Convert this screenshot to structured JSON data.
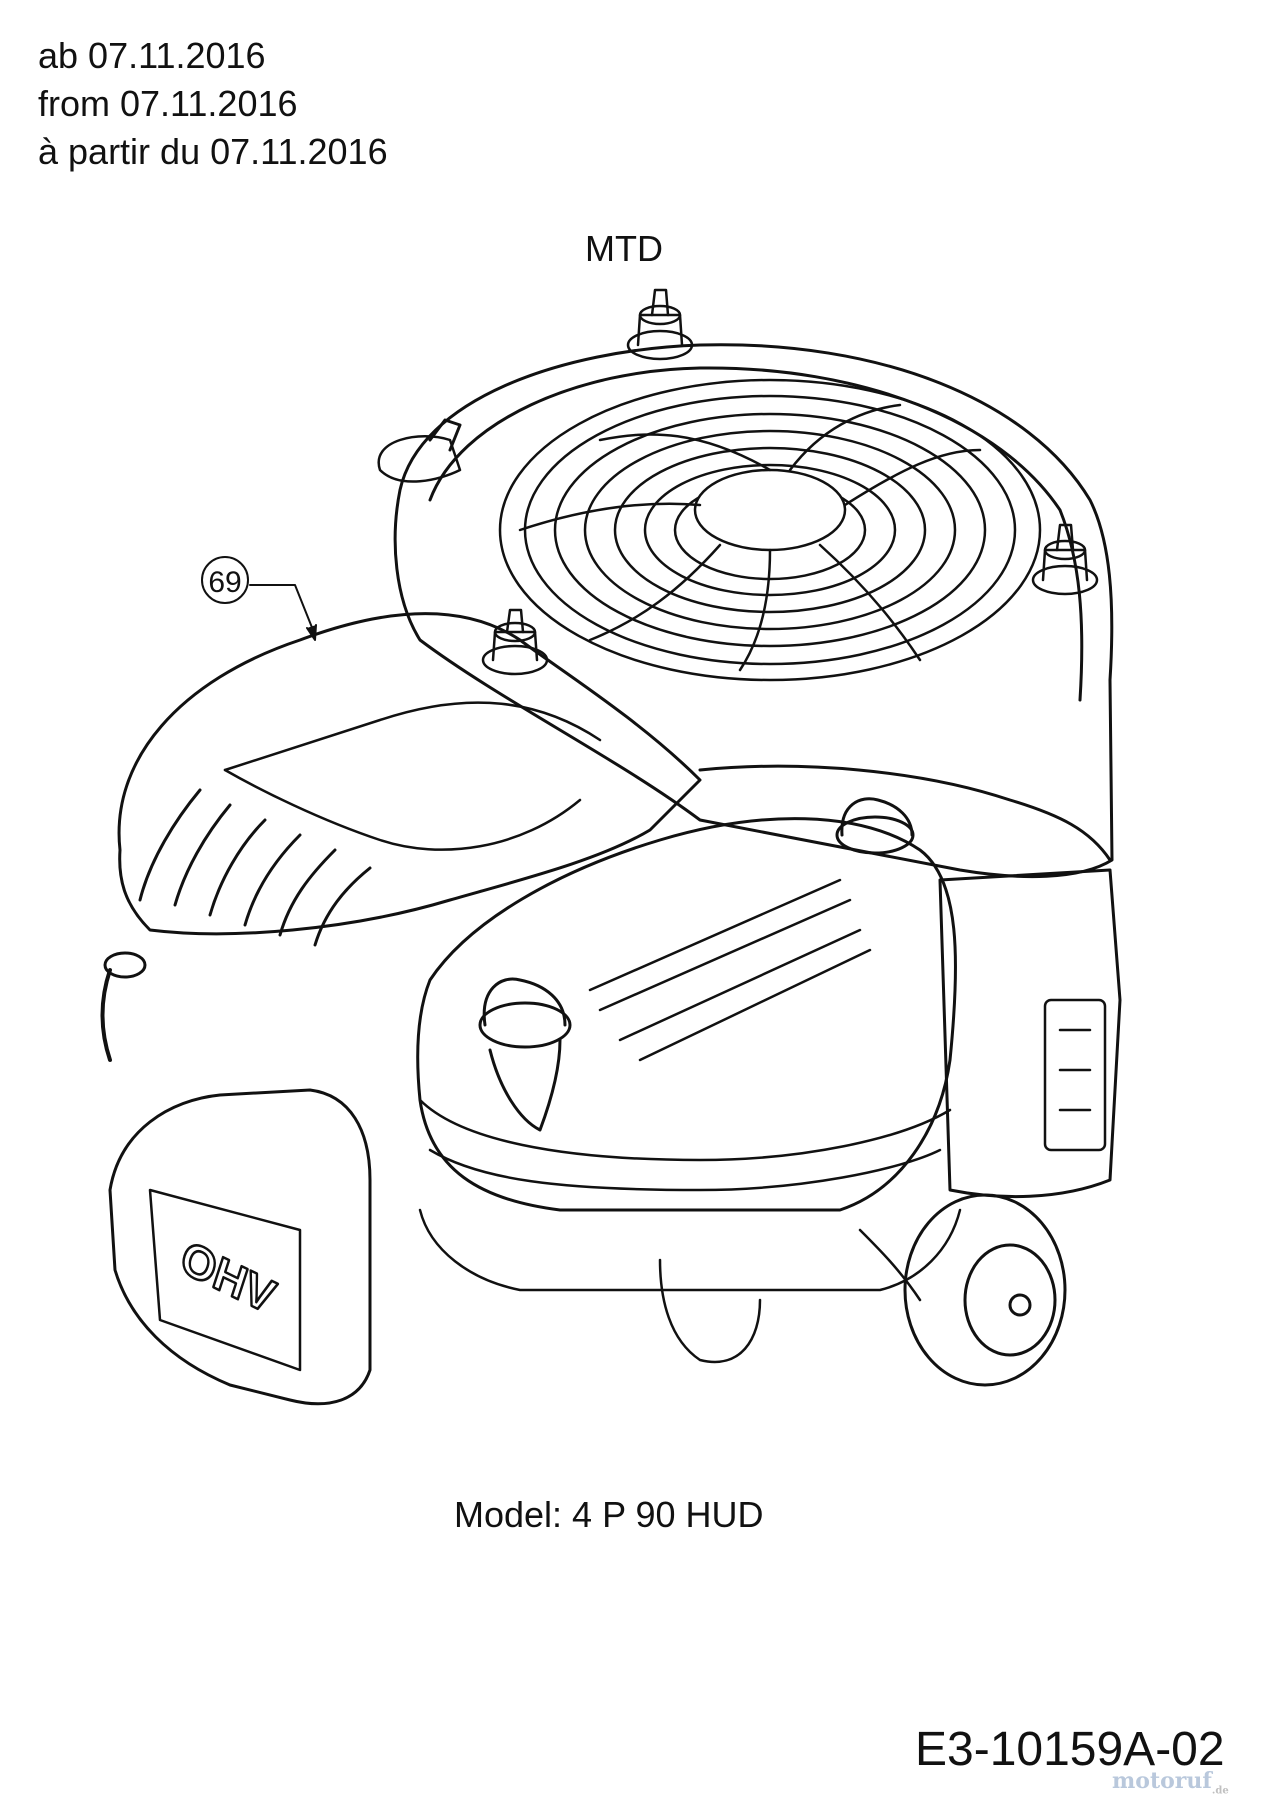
{
  "header": {
    "date_lines": [
      "ab 07.11.2016",
      "from 07.11.2016",
      "à partir du 07.11.2016"
    ],
    "brand": "MTD"
  },
  "callouts": [
    {
      "number": "69"
    }
  ],
  "engine": {
    "cover_text": "OHV",
    "icon": "engine-drawing"
  },
  "footer": {
    "model": "Model: 4 P 90 HUD",
    "drawing_code": "E3-10159A-02",
    "watermark": "motoruf",
    "watermark_suffix": ".de"
  }
}
